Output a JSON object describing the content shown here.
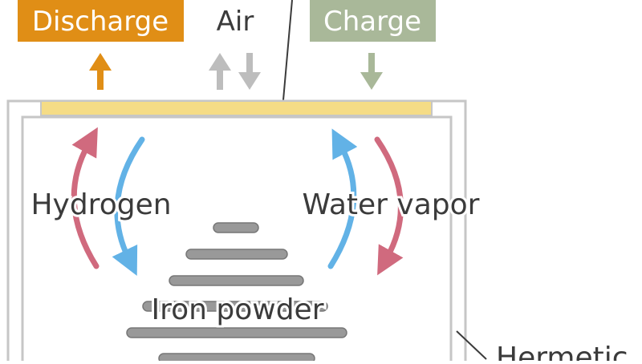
{
  "labels": {
    "discharge": "Discharge",
    "air": "Air",
    "charge": "Charge",
    "hydrogen": "Hydrogen",
    "water_vapor": "Water vapor",
    "iron_powder": "Iron powder",
    "hermetic": "Hermetic"
  },
  "colors": {
    "discharge": "#e08e16",
    "charge": "#a9b899",
    "hydrogen_arrow": "#d06a7e",
    "water_arrow": "#62b2e6",
    "air_arrow": "#bdbdbd",
    "membrane": "#f5dc86",
    "container": "#c6c6c6",
    "iron": "#999999",
    "text": "#3b3b3b"
  },
  "icons": [
    "discharge-arrow-icon",
    "air-exchange-arrows-icon",
    "charge-arrow-icon"
  ]
}
